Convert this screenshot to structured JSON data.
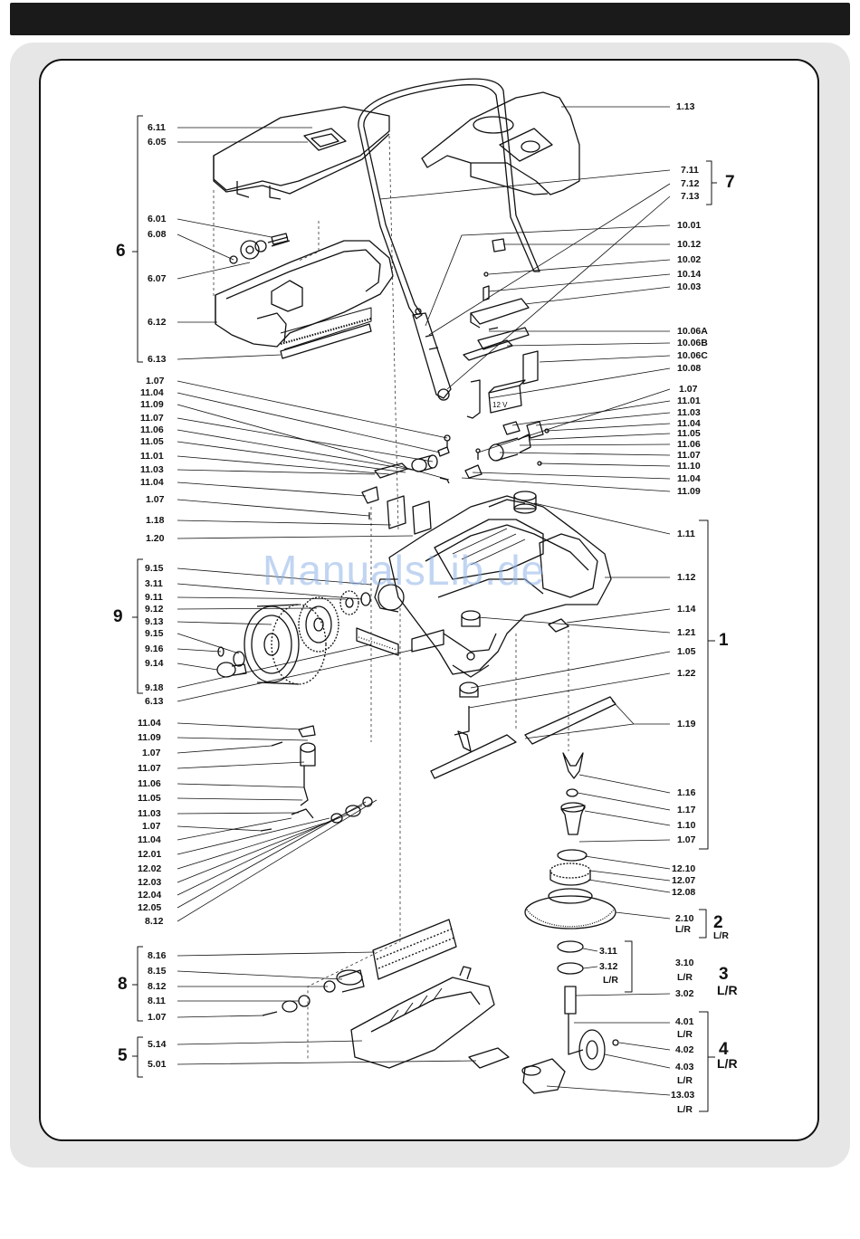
{
  "watermark": "ManualsLib.de",
  "groups": {
    "g6": "6",
    "g9": "9",
    "g8": "8",
    "g5": "5",
    "g7": "7",
    "g1": "1",
    "g2": "2",
    "g2s": "L/R",
    "g3": "3",
    "g3s": "L/R",
    "g4": "4",
    "g4s": "L/R"
  },
  "left_labels": [
    "6.11",
    "6.05",
    "6.01",
    "6.08",
    "6.07",
    "6.12",
    "6.13",
    "1.07",
    "11.04",
    "11.09",
    "11.07",
    "11.06",
    "11.05",
    "11.01",
    "11.03",
    "11.04",
    "1.07",
    "1.18",
    "1.20",
    "9.15",
    "3.11",
    "9.11",
    "9.12",
    "9.13",
    "9.15",
    "9.16",
    "9.14",
    "9.18",
    "6.13",
    "11.04",
    "11.09",
    "1.07",
    "11.07",
    "11.06",
    "11.05",
    "11.03",
    "1.07",
    "11.04",
    "12.01",
    "12.02",
    "12.03",
    "12.04",
    "12.05",
    "8.12",
    "8.16",
    "8.15",
    "8.12",
    "8.11",
    "1.07",
    "5.14",
    "5.01"
  ],
  "right_labels": [
    "1.13",
    "7.11",
    "7.12",
    "7.13",
    "10.01",
    "10.12",
    "10.02",
    "10.14",
    "10.03",
    "10.06A",
    "10.06B",
    "10.06C",
    "10.08",
    "1.07",
    "11.01",
    "11.03",
    "11.04",
    "11.05",
    "11.06",
    "11.07",
    "11.10",
    "11.04",
    "11.09",
    "1.11",
    "1.12",
    "1.14",
    "1.21",
    "1.05",
    "1.22",
    "1.19",
    "1.16",
    "1.17",
    "1.10",
    "1.07",
    "12.10",
    "12.07",
    "12.08",
    "2.10",
    "L/R",
    "3.11",
    "3.12",
    "L/R",
    "3.10",
    "L/R",
    "3.02",
    "4.01",
    "L/R",
    "4.02",
    "4.03",
    "L/R",
    "13.03",
    "L/R"
  ],
  "part_labels": {
    "battery": "12 V"
  }
}
